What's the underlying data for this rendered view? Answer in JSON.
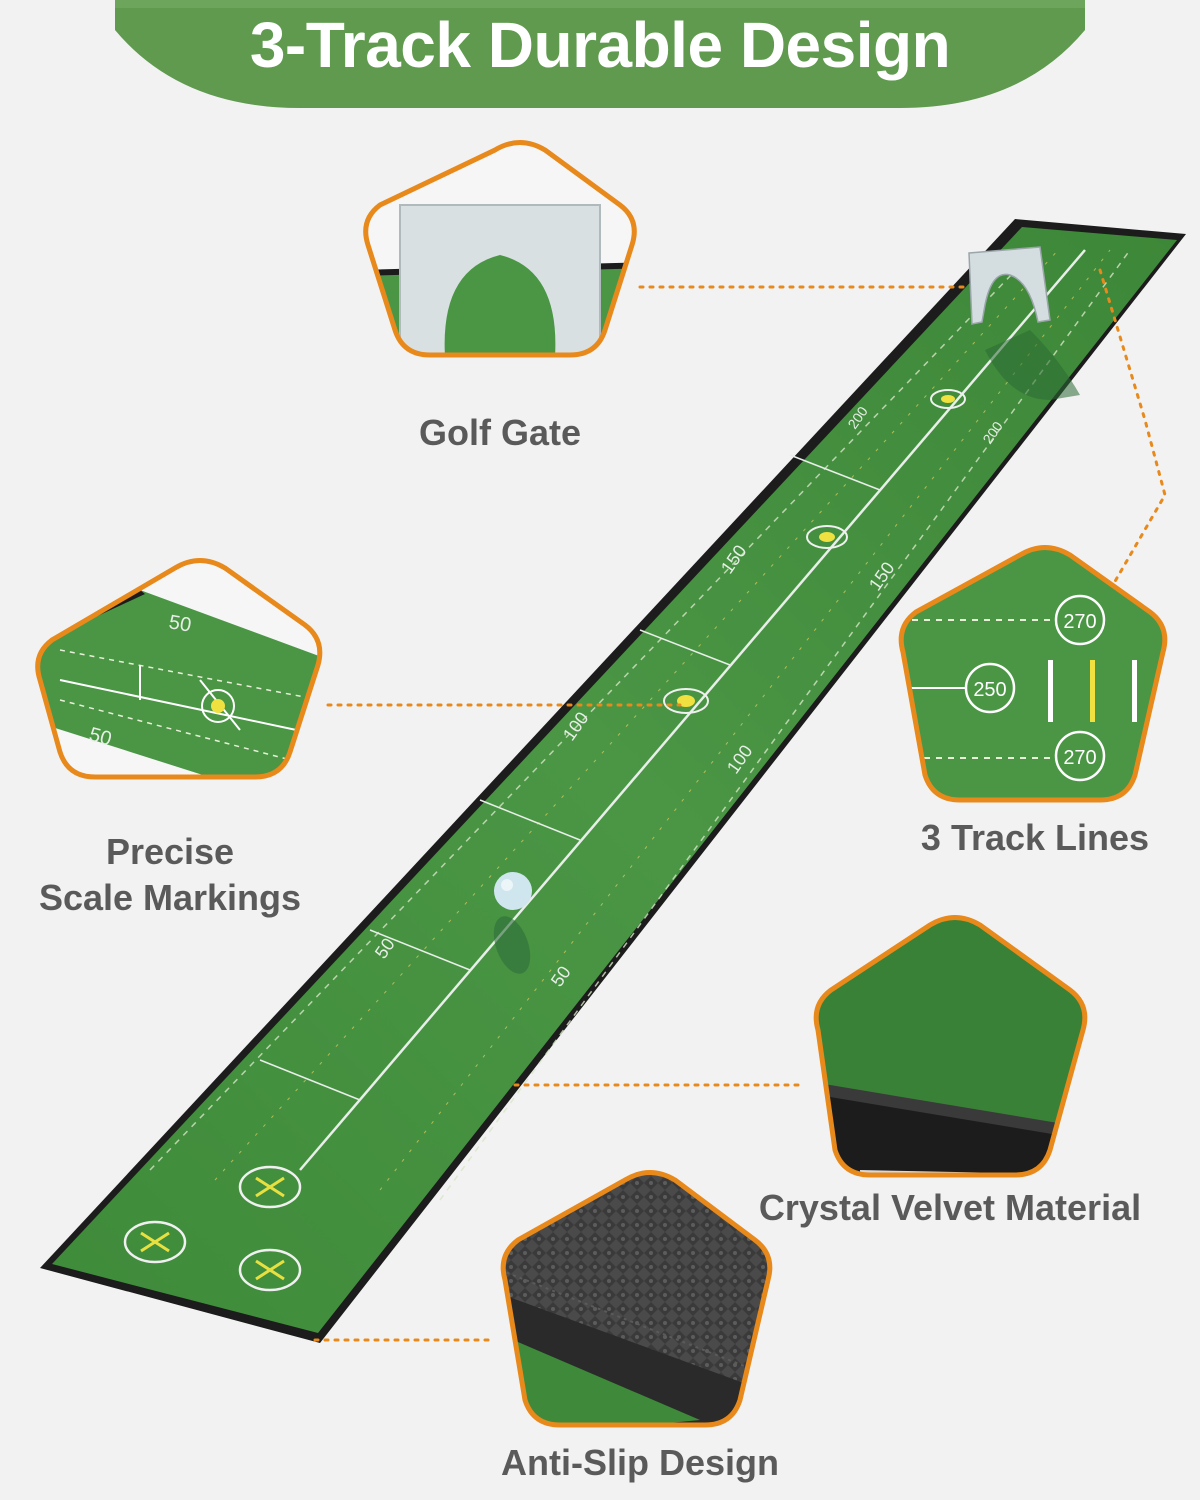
{
  "banner": {
    "title": "3-Track Durable Design",
    "color": "#5f9a4f"
  },
  "colors": {
    "accent_orange": "#e8891c",
    "mat_green": "#3f8a3c",
    "mat_border": "#1c1c1c",
    "label_gray": "#5a5a5a",
    "marker_yellow": "#e8d84a"
  },
  "features": {
    "golf_gate": "Golf Gate",
    "precise_line1": "Precise",
    "precise_line2": "Scale Markings",
    "track_lines": "3 Track Lines",
    "velvet": "Crystal Velvet Material",
    "anti_slip": "Anti-Slip Design"
  },
  "mat_markings": {
    "center_50": "50",
    "side_50": "50",
    "center_100": "100",
    "side_100": "100",
    "center_150": "150",
    "side_150": "150",
    "center_200": "200",
    "side_200": "200"
  },
  "detail_scale": {
    "top": "50",
    "bottom": "50"
  },
  "detail_track": {
    "top": "270",
    "middle": "250",
    "bottom": "270"
  },
  "icons": {
    "golf_ball": "golf-ball-icon",
    "gate": "golf-gate-icon"
  }
}
